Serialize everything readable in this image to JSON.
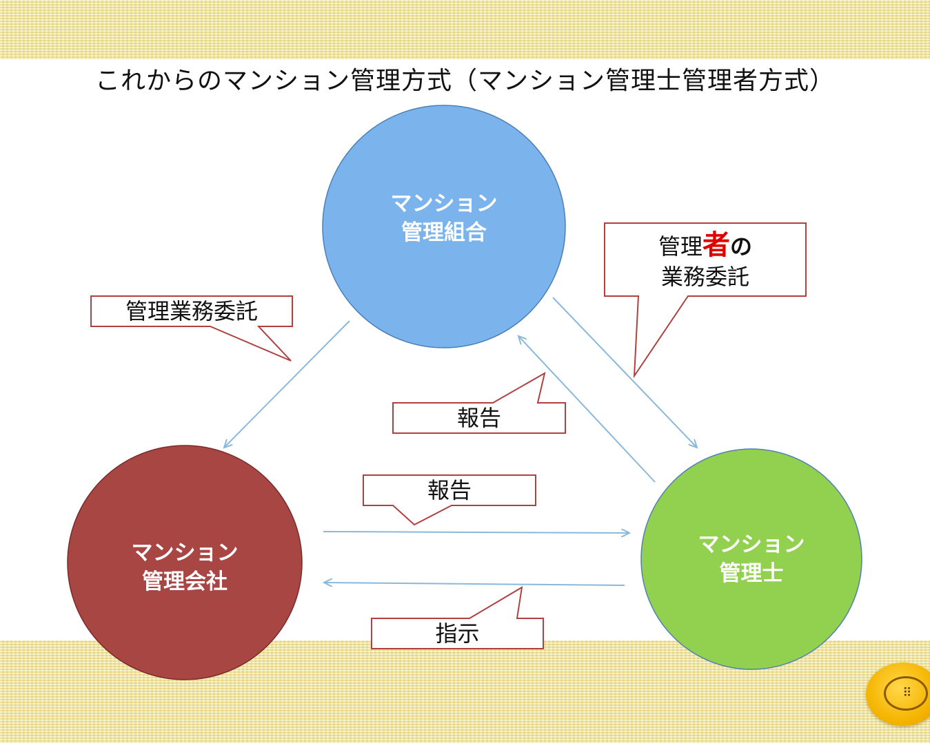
{
  "title": "これからのマンション管理方式（マンション管理士管理者方式）",
  "nodes": {
    "union": {
      "line1": "マンション",
      "line2": "管理組合",
      "color": "#7bb4ec"
    },
    "company": {
      "line1": "マンション",
      "line2": "管理会社",
      "color": "#a84644"
    },
    "consultant": {
      "line1": "マンション",
      "line2": "管理士",
      "color": "#92d050"
    }
  },
  "callouts": {
    "mgmt_outsource": "管理業務委託",
    "admin_outsource": {
      "part1": "管理",
      "part2": "者",
      "part3": "の",
      "line2": "業務委託"
    },
    "report_to_union": "報告",
    "report_to_consultant": "報告",
    "instruction": "指示"
  },
  "colors": {
    "arrow": "#8ab8dc",
    "callout_border": "#b04040",
    "accent_text": "#e00000",
    "band": "#f3e79a"
  },
  "icons": {
    "nav_button": "button-icon"
  }
}
